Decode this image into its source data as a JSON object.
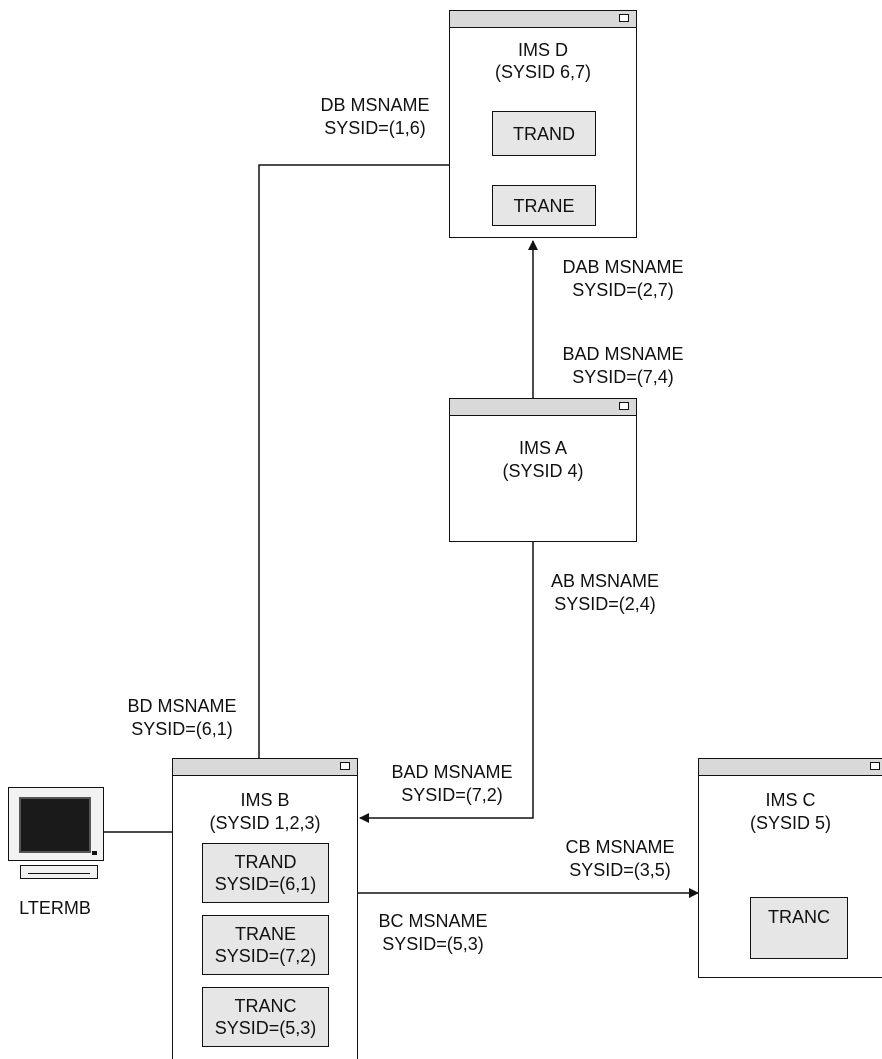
{
  "systems": {
    "ims_d": {
      "name": "IMS D",
      "sysid": "(SYSID 6,7)",
      "transactions": [
        "TRAND",
        "TRANE"
      ]
    },
    "ims_a": {
      "name": "IMS A",
      "sysid": "(SYSID 4)"
    },
    "ims_b": {
      "name": "IMS B",
      "sysid": "(SYSID 1,2,3)",
      "transactions": [
        {
          "name": "TRAND",
          "sysid": "SYSID=(6,1)"
        },
        {
          "name": "TRANE",
          "sysid": "SYSID=(7,2)"
        },
        {
          "name": "TRANC",
          "sysid": "SYSID=(5,3)"
        }
      ]
    },
    "ims_c": {
      "name": "IMS C",
      "sysid": "(SYSID 5)",
      "transactions": [
        "TRANC"
      ]
    }
  },
  "links": {
    "db": {
      "name": "DB MSNAME",
      "sysid": "SYSID=(1,6)"
    },
    "dab": {
      "name": "DAB MSNAME",
      "sysid": "SYSID=(2,7)"
    },
    "bad_a": {
      "name": "BAD MSNAME",
      "sysid": "SYSID=(7,4)"
    },
    "ab": {
      "name": "AB MSNAME",
      "sysid": "SYSID=(2,4)"
    },
    "bd": {
      "name": "BD MSNAME",
      "sysid": "SYSID=(6,1)"
    },
    "bad_b": {
      "name": "BAD MSNAME",
      "sysid": "SYSID=(7,2)"
    },
    "cb": {
      "name": "CB MSNAME",
      "sysid": "SYSID=(3,5)"
    },
    "bc": {
      "name": "BC MSNAME",
      "sysid": "SYSID=(5,3)"
    }
  },
  "terminal": {
    "name": "LTERMB",
    "icon": "terminal-icon"
  },
  "colors": {
    "titlebar": "#d9d9d9",
    "transaction_fill": "#e6e6e6",
    "line": "#111111"
  }
}
